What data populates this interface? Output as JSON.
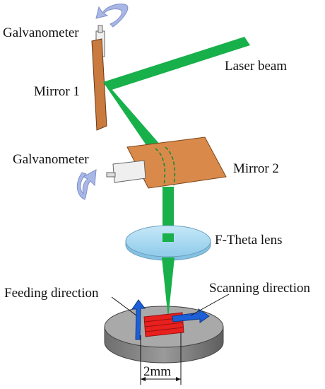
{
  "labels": {
    "galvanometer_top": "Galvanometer",
    "mirror1": "Mirror 1",
    "laser_beam": "Laser beam",
    "galvanometer_mid": "Galvanometer",
    "mirror2": "Mirror 2",
    "ftheta_lens": "F-Theta lens",
    "feeding_direction": "Feeding direction",
    "scanning_direction": "Scanning direction",
    "dimension": "2mm"
  },
  "colors": {
    "laser": "#17b04a",
    "mirror": "#d98a4a",
    "lens": "#a9d9f2",
    "scan_lines": "#e8201e",
    "direction_arrows": "#1c5fd6",
    "base": "#8c8c8c",
    "rotation_arrows": "#a9b7e6"
  },
  "icons": {
    "rotation_top": "curved-rotation-arrow-icon",
    "rotation_mid": "curved-rotation-arrow-icon"
  }
}
